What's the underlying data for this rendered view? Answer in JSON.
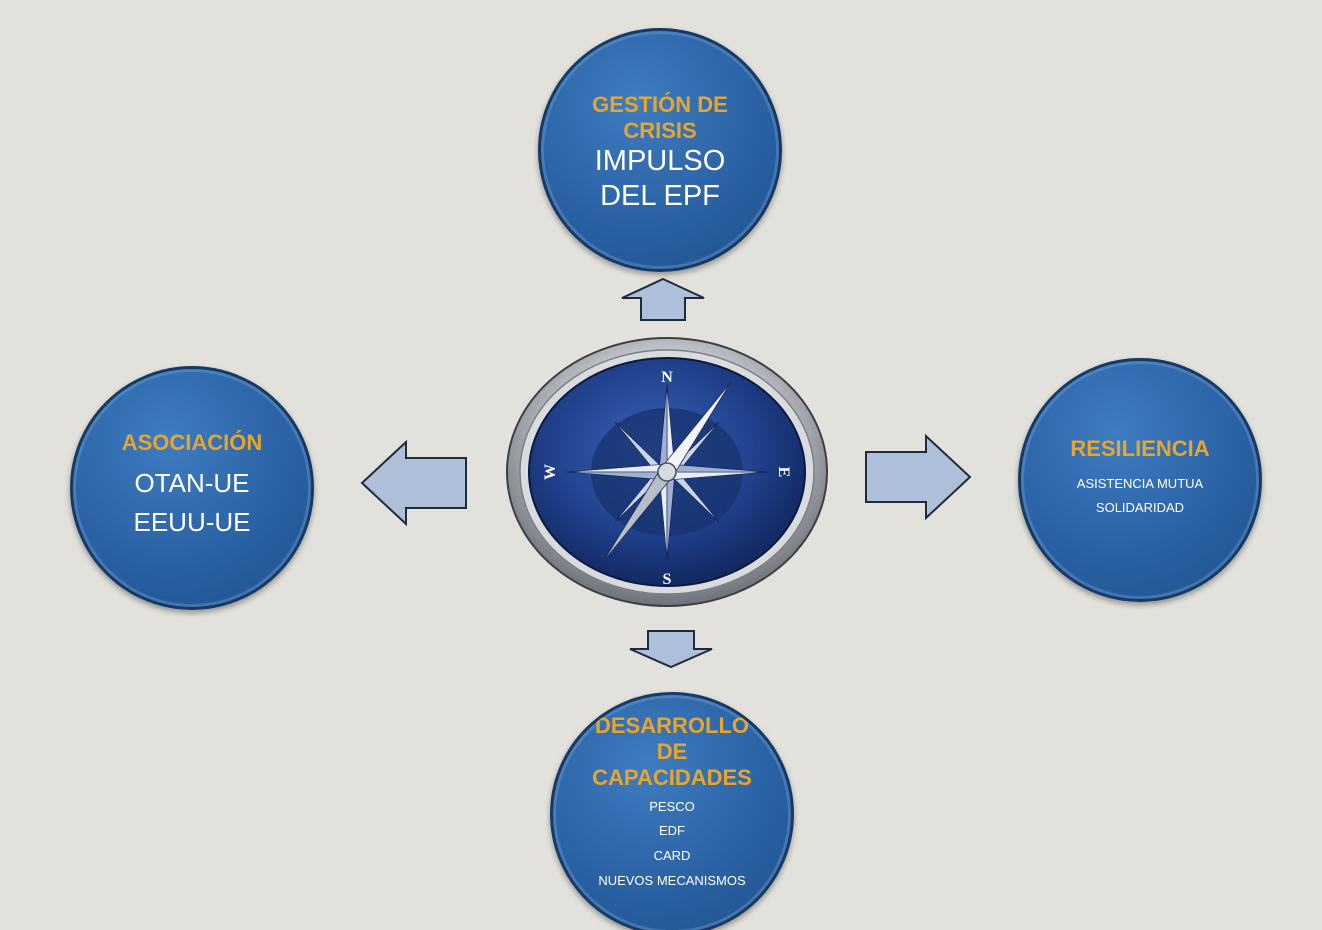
{
  "diagram": {
    "nodes": {
      "top": {
        "title": "GESTIÓN DE\nCRISIS",
        "lines": [
          "IMPULSO",
          "DEL EPF"
        ]
      },
      "left": {
        "title": "ASOCIACIÓN",
        "lines": [
          "OTAN-UE",
          "EEUU-UE"
        ]
      },
      "right": {
        "title": "RESILIENCIA",
        "lines": [
          "ASISTENCIA MUTUA",
          "SOLIDARIDAD"
        ]
      },
      "bottom": {
        "title": "DESARROLLO\nDE\nCAPACIDADES",
        "lines": [
          "PESCO",
          "EDF",
          "CARD",
          "NUEVOS MECANISMOS"
        ]
      }
    },
    "compass": {
      "north": "N",
      "south": "S",
      "east": "E",
      "west": "W"
    },
    "colors": {
      "background": "#e3e1dc",
      "node_fill": "#2a62a5",
      "node_border": "#163a63",
      "title_text": "#e8a52c",
      "body_text": "#ffffff",
      "arrow_fill": "#aebfda",
      "arrow_stroke": "#1e2b3a"
    }
  }
}
